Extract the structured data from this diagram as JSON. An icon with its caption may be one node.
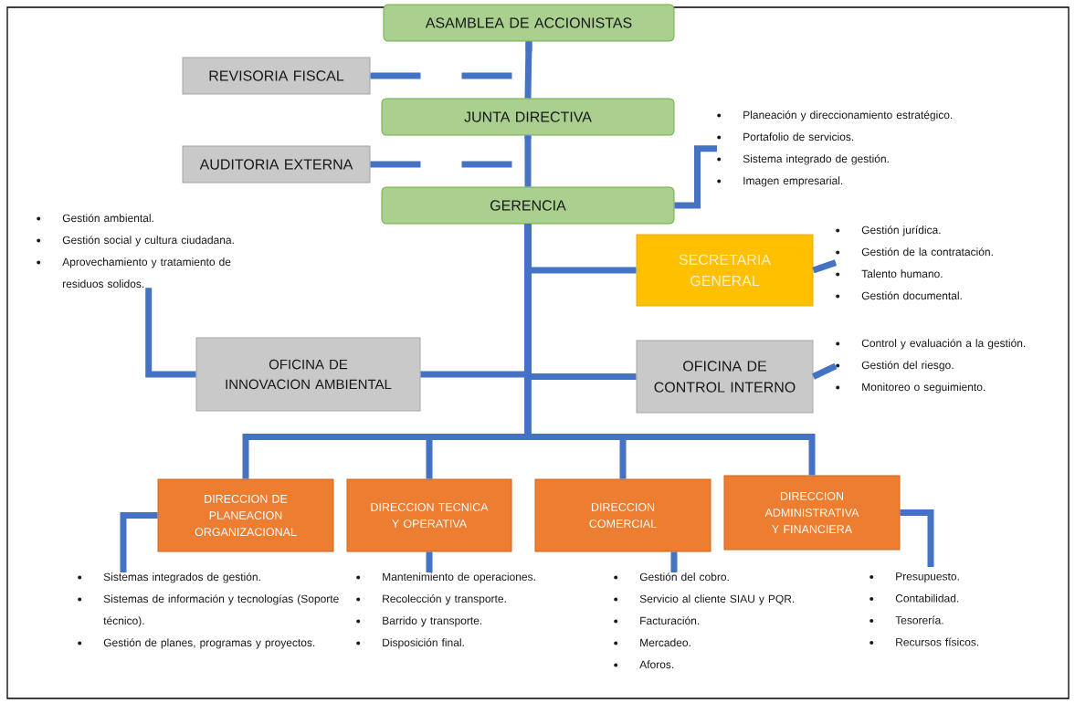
{
  "diagram": {
    "nodes": [
      {
        "text": [
          "ASAMBLEA DE ACCIONISTAS"
        ]
      },
      {
        "text": [
          "REVISORIA FISCAL"
        ]
      },
      {
        "text": [
          "JUNTA DIRECTIVA"
        ]
      },
      {
        "text": [
          "AUDITORIA EXTERNA"
        ]
      },
      {
        "text": [
          "GERENCIA"
        ]
      },
      {
        "text": [
          "Planeación y direccionamiento estratégico.",
          "Portafolio de servicios.",
          "Sistema integrado de gestión.",
          "Imagen empresarial."
        ]
      },
      {
        "text": [
          "Gestión ambiental.",
          "Gestión social y cultura ciudadana.",
          "Aprovechamiento y tratamiento de residuos solidos."
        ]
      },
      {
        "text": [
          "SECRETARIA GENERAL"
        ]
      },
      {
        "text": [
          "Gestión jurídica.",
          "Gestión de la contratación.",
          "Talento humano.",
          "Gestión documental."
        ]
      },
      {
        "text": [
          "OFICINA DE INNOVACION AMBIENTAL"
        ]
      },
      {
        "text": [
          "OFICINA DE CONTROL INTERNO"
        ]
      },
      {
        "text": [
          "Control y evaluación a la gestión.",
          "Gestión del riesgo.",
          "Monitoreo o seguimiento."
        ]
      },
      {
        "text": [
          "DIRECCION DE PLANEACION ORGANIZACIONAL"
        ]
      },
      {
        "text": [
          "DIRECCION TECNICA Y OPERATIVA"
        ]
      },
      {
        "text": [
          "DIRECCION COMERCIAL"
        ]
      },
      {
        "text": [
          "DIRECCION ADMINISTRATIVA Y FINANCIERA"
        ]
      },
      {
        "text": [
          "Sistemas integrados de gestión.",
          "Sistemas de información y tecnologías (Soporte técnico).",
          "Gestión de planes, programas y proyectos."
        ]
      },
      {
        "text": [
          "Mantenimiento de operaciones.",
          "Recolección y transporte.",
          "Barrido y transporte.",
          "Disposición final."
        ]
      },
      {
        "text": [
          "Gestión del cobro.",
          "Servicio al cliente SIAU y PQR.",
          "Facturación.",
          "Mercadeo.",
          "Aforos."
        ]
      },
      {
        "text": [
          "Presupuesto.",
          "Contabilidad.",
          "Tesorería.",
          "Recursos físicos."
        ]
      }
    ],
    "edges": [
      {
        "from": 0,
        "to": 2,
        "arrow": "none"
      },
      {
        "from": 0,
        "to": 1,
        "arrow": "none",
        "style": "dashed"
      },
      {
        "from": 2,
        "to": 4,
        "arrow": "none"
      },
      {
        "from": 2,
        "to": 3,
        "arrow": "none",
        "style": "dashed"
      },
      {
        "from": 4,
        "to": 5,
        "arrow": "none"
      },
      {
        "from": 4,
        "to": 7,
        "arrow": "none"
      },
      {
        "from": 4,
        "to": 10,
        "arrow": "none"
      },
      {
        "from": 4,
        "to": 9,
        "arrow": "none"
      },
      {
        "from": 4,
        "to": 12,
        "arrow": "none"
      },
      {
        "from": 4,
        "to": 13,
        "arrow": "none"
      },
      {
        "from": 4,
        "to": 14,
        "arrow": "none"
      },
      {
        "from": 4,
        "to": 15,
        "arrow": "none"
      },
      {
        "from": 7,
        "to": 8,
        "arrow": "none"
      },
      {
        "from": 9,
        "to": 6,
        "arrow": "none"
      },
      {
        "from": 10,
        "to": 11,
        "arrow": "none"
      },
      {
        "from": 12,
        "to": 16,
        "arrow": "none"
      },
      {
        "from": 13,
        "to": 17,
        "arrow": "none"
      },
      {
        "from": 14,
        "to": 18,
        "arrow": "none"
      },
      {
        "from": 15,
        "to": 19,
        "arrow": "none"
      }
    ]
  }
}
